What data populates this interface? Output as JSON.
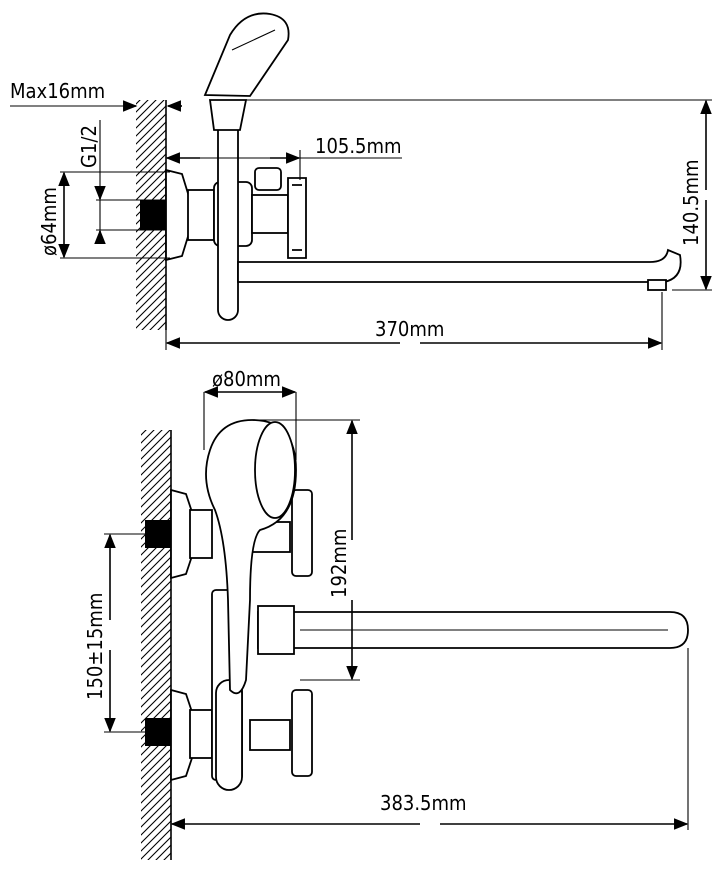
{
  "diagram": {
    "colors": {
      "line": "#000000",
      "background": "#ffffff"
    },
    "side_view": {
      "dim_wall_max": "Max16mm",
      "dim_thread": "G1/2",
      "dim_diameter": "ø64mm",
      "dim_body_offset": "105.5mm",
      "dim_height": "140.5mm",
      "dim_spout_length": "370mm"
    },
    "front_view": {
      "dim_handshower_diameter": "ø80mm",
      "dim_handshower_height": "192mm",
      "dim_centers": "150±15mm",
      "dim_total_length": "383.5mm"
    }
  }
}
